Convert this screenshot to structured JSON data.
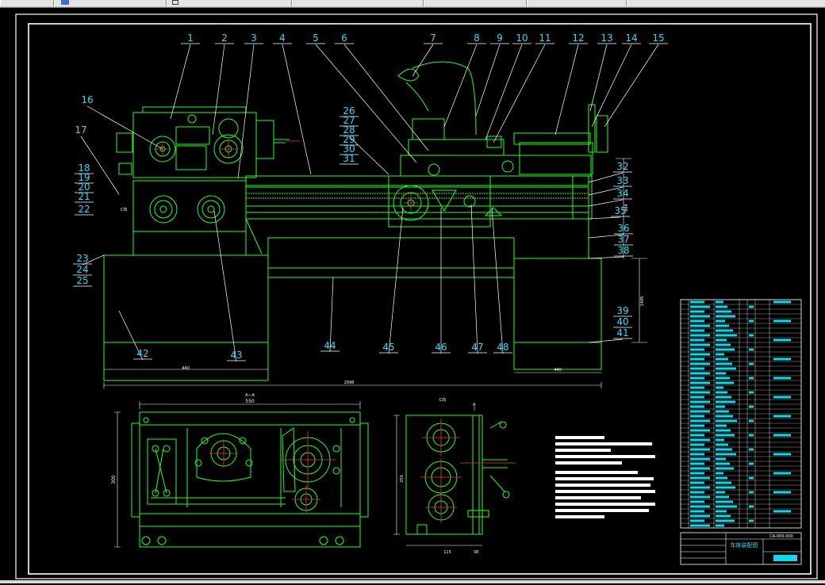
{
  "toolbar": {
    "tab_count": 7
  },
  "drawing": {
    "colors": {
      "frame": "#ffffff",
      "geometry": "#22ff22",
      "callout": "#ffffff",
      "label": "#22ddff",
      "center": "#ff3333",
      "table_fill": "#13d6e8"
    },
    "callouts_top": [
      "1",
      "2",
      "3",
      "4",
      "5",
      "6",
      "7",
      "8",
      "9",
      "10",
      "11",
      "12",
      "13",
      "14",
      "15"
    ],
    "callouts_left": [
      "16",
      "17",
      "18",
      "19",
      "20",
      "21",
      "22",
      "23",
      "24",
      "25"
    ],
    "callouts_mid": [
      "26",
      "27",
      "28",
      "29",
      "30",
      "31"
    ],
    "callouts_right": [
      "32",
      "33",
      "34",
      "35",
      "36",
      "37",
      "38",
      "39",
      "40",
      "41"
    ],
    "callouts_bottom": [
      "42",
      "43",
      "44",
      "45",
      "46",
      "47",
      "48"
    ],
    "dimensions": {
      "total_length": "2998",
      "left_foot": "440",
      "right_foot": "440",
      "height": "1445",
      "bed_height": "864",
      "section_a_width": "550",
      "section_a_height": "300",
      "section_c_height": "250",
      "section_c_bottom": "115",
      "section_c_offset": "38"
    },
    "section_labels": {
      "a": "A—A",
      "c": "C向",
      "c_short": "C向",
      "a_mark": "A"
    },
    "title_block": {
      "drawing_no": "CA-000-000",
      "title": "车床装配图"
    }
  }
}
